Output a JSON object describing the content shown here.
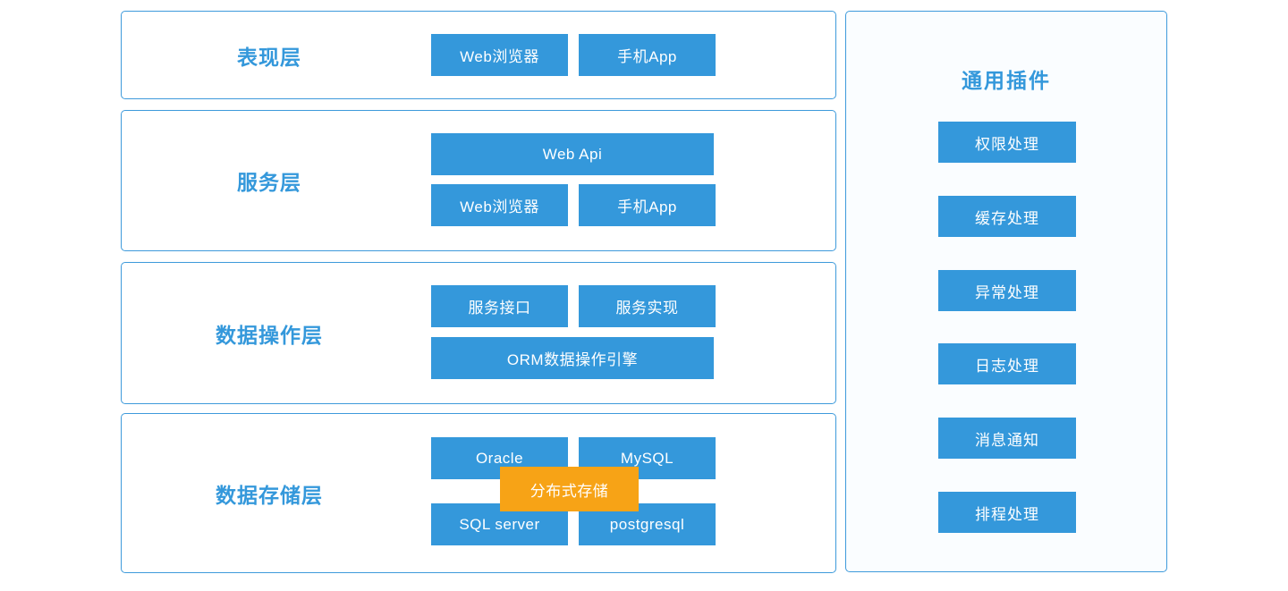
{
  "palette": {
    "node_blue": "#3498db",
    "border_blue": "#3e9adb",
    "accent_orange": "#f7a316",
    "label_blue": "#3498db",
    "panel_background": "#fafdff",
    "page_background": "#ffffff",
    "node_text": "#ffffff"
  },
  "layers": [
    {
      "label": "表现层",
      "row1": [
        "Web浏览器",
        "手机App"
      ]
    },
    {
      "label": "服务层",
      "wide": "Web Api",
      "row2": [
        "Web浏览器",
        "手机App"
      ]
    },
    {
      "label": "数据操作层",
      "row1": [
        "服务接口",
        "服务实现"
      ],
      "wide": "ORM数据操作引擎"
    },
    {
      "label": "数据存储层",
      "row1": [
        "Oracle",
        "MySQL"
      ],
      "row2": [
        "SQL server",
        "postgresql"
      ],
      "overlay": "分布式存储"
    }
  ],
  "plugins_panel": {
    "title": "通用插件",
    "items": [
      "权限处理",
      "缓存处理",
      "异常处理",
      "日志处理",
      "消息通知",
      "排程处理"
    ]
  }
}
